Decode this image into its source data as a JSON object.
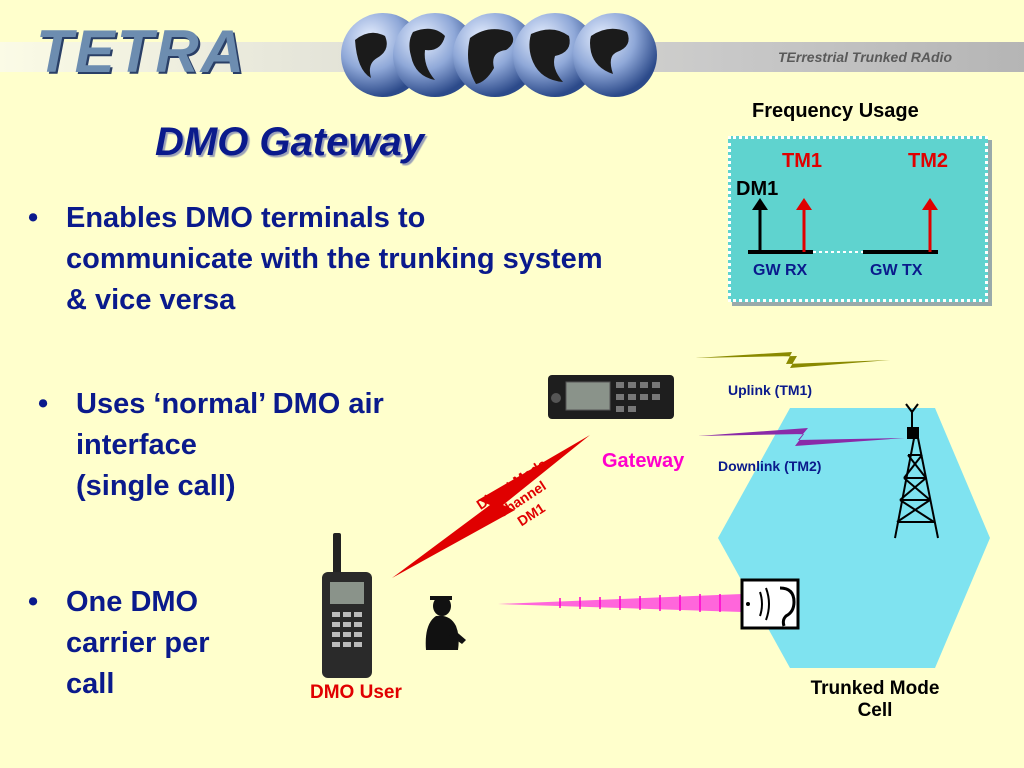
{
  "header": {
    "logo": "TETRA",
    "tagline": "TErrestrial Trunked RAdio"
  },
  "title": "DMO Gateway",
  "bullets": [
    {
      "text_lines": [
        "Enables DMO terminals to",
        "communicate with the trunking system",
        "& vice versa"
      ]
    },
    {
      "text_lines": [
        "Uses ‘normal’ DMO air",
        "interface",
        "(single call)"
      ]
    },
    {
      "text_lines": [
        "One DMO",
        "carrier per",
        "call"
      ]
    }
  ],
  "bullet_symbol": "•",
  "frequency_usage": {
    "title": "Frequency Usage",
    "tm1": "TM1",
    "tm2": "TM2",
    "dm1": "DM1",
    "gw_rx": "GW RX",
    "gw_tx": "GW TX"
  },
  "diagram": {
    "uplink": "Uplink (TM1)",
    "downlink": "Downlink (TM2)",
    "gateway": "Gateway",
    "direct_mode_lines": [
      "Direct Mode",
      "Channel",
      "DM1"
    ],
    "dmo_user": "DMO User",
    "cell_lines": [
      "Trunked Mode",
      "Cell"
    ]
  },
  "colors": {
    "background": "#ffffcc",
    "title": "#0a1a8c",
    "panel": "#5fd3cf",
    "cell": "#7fe3f0",
    "red": "#e00000",
    "magenta": "#ff00cc",
    "uplink": "#8a8a00",
    "downlink": "#8a2aa8"
  },
  "icons": [
    "globe-icon",
    "gateway-radio-icon",
    "handheld-radio-icon",
    "user-figure-icon",
    "tower-icon",
    "ear-icon"
  ]
}
